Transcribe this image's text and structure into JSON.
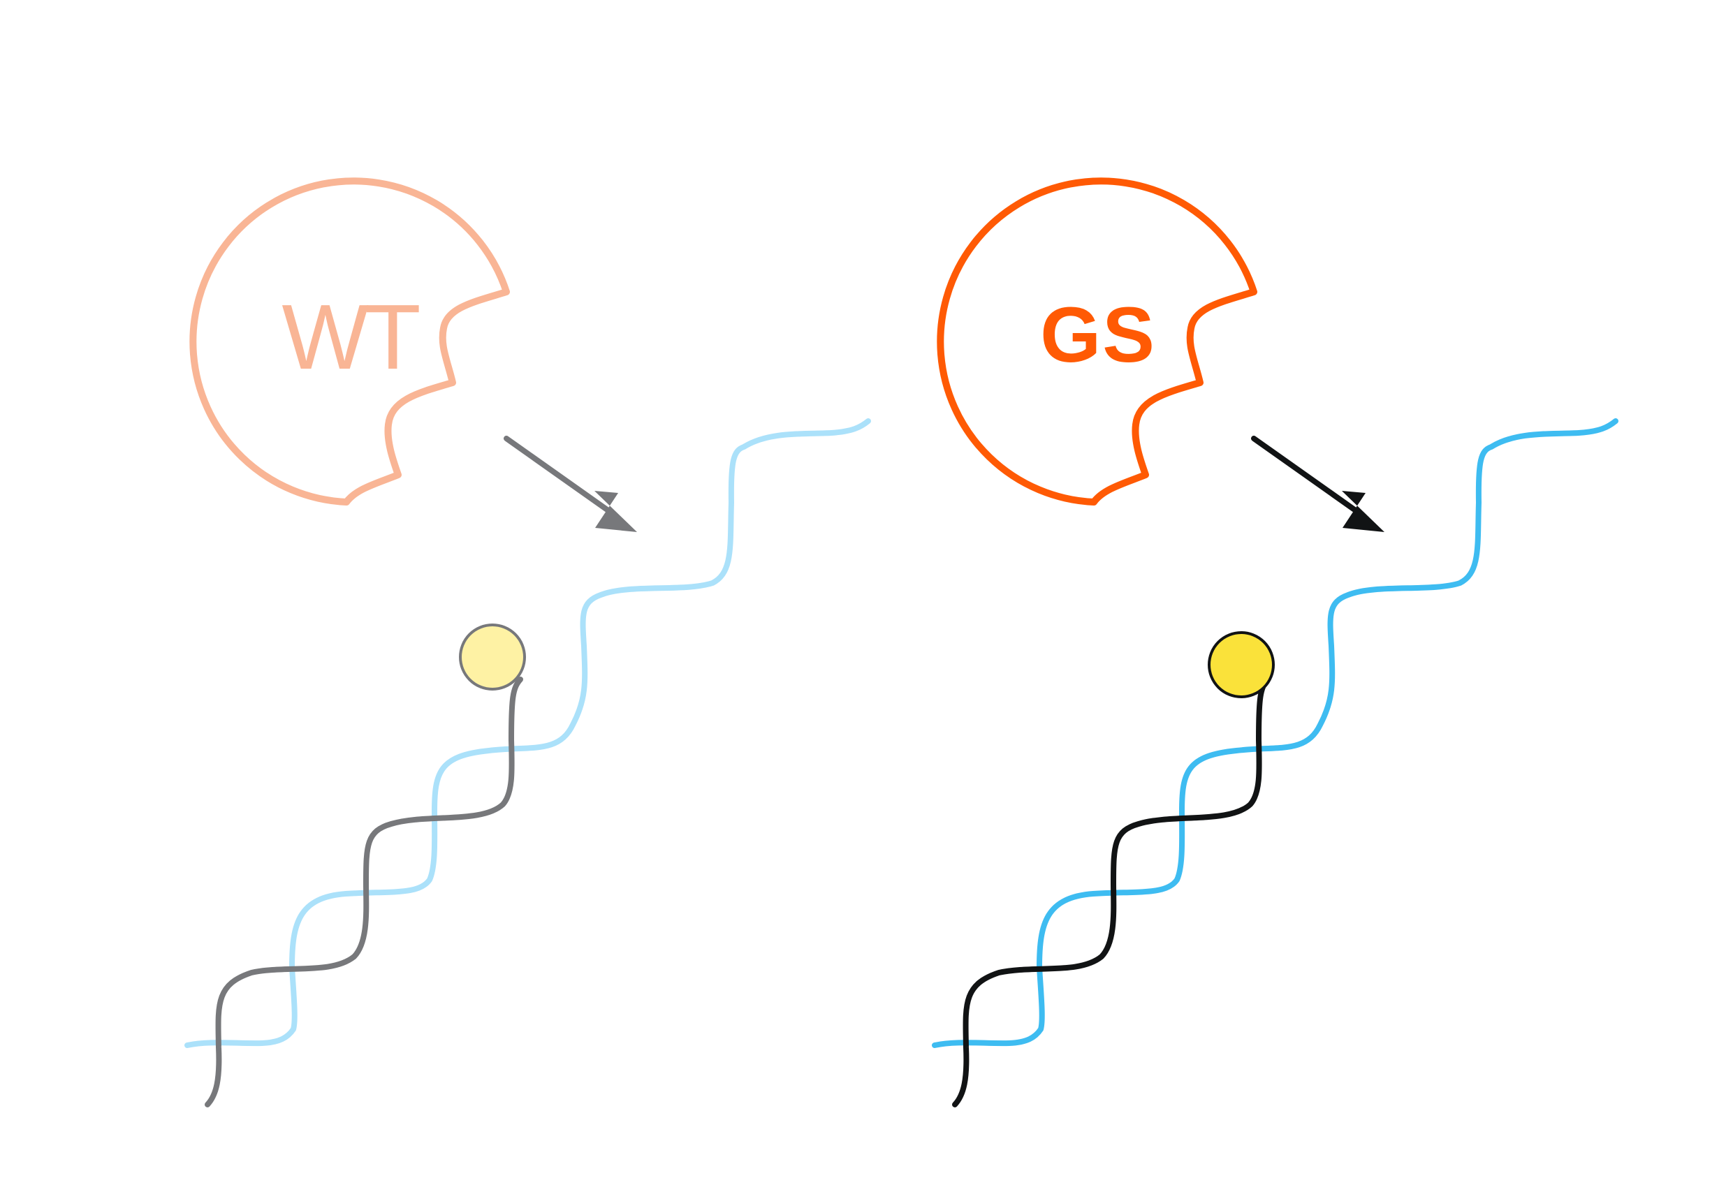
{
  "panels": [
    {
      "id": "wt",
      "label": "WT",
      "enzyme_color": "#F9B595",
      "arrow_color": "#77787B",
      "strand_top_color": "#ABE1FA",
      "strand_bottom_color": "#77787B",
      "ball_fill": "#FEF2A4",
      "ball_stroke": "#77787B"
    },
    {
      "id": "gs",
      "label": "GS",
      "enzyme_color": "#FF5A04",
      "arrow_color": "#111314",
      "strand_top_color": "#3EBCF1",
      "strand_bottom_color": "#111314",
      "ball_fill": "#FAE23A",
      "ball_stroke": "#111314"
    }
  ]
}
